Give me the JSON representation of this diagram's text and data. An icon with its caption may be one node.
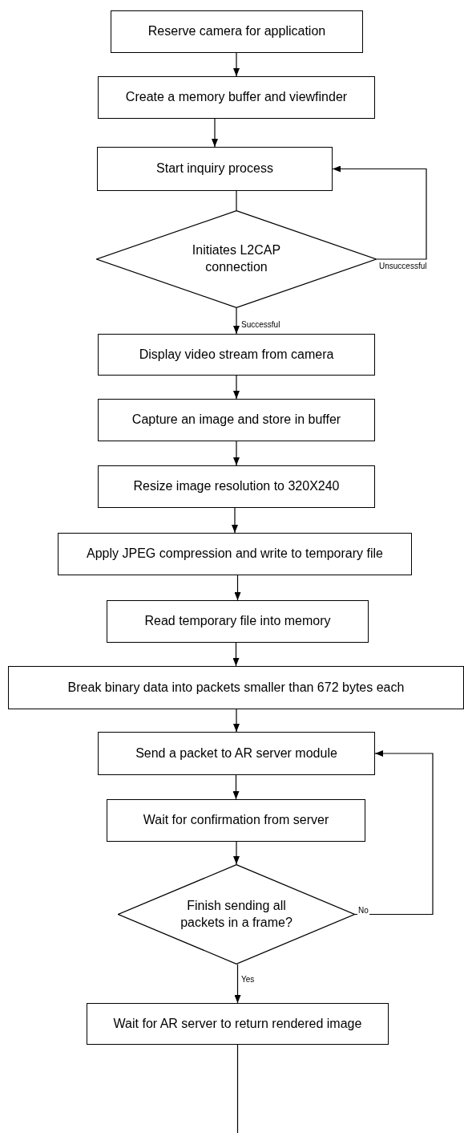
{
  "diagram": {
    "nodes": [
      {
        "text": [
          "Reserve camera for application"
        ]
      },
      {
        "text": [
          "Create a memory buffer and viewfinder"
        ]
      },
      {
        "text": [
          "Start inquiry process"
        ]
      },
      {
        "text": [
          "Initiates L2CAP connection"
        ]
      },
      {
        "text": [
          "Display video stream from camera"
        ]
      },
      {
        "text": [
          "Capture an image and store in buffer"
        ]
      },
      {
        "text": [
          "Resize image resolution to 320X240"
        ]
      },
      {
        "text": [
          "Apply JPEG compression and write to temporary file"
        ]
      },
      {
        "text": [
          "Read temporary file into memory"
        ]
      },
      {
        "text": [
          "Break binary data into packets smaller than 672 bytes each"
        ]
      },
      {
        "text": [
          "Send a packet to AR server module"
        ]
      },
      {
        "text": [
          "Wait for confirmation from server"
        ]
      },
      {
        "text": [
          "Finish sending all packets in a frame?"
        ]
      },
      {
        "text": [
          "Wait for AR server to return rendered image"
        ]
      }
    ],
    "edges": [
      {
        "from": 0,
        "to": 1,
        "arrow": "to"
      },
      {
        "from": 1,
        "to": 2,
        "arrow": "to"
      },
      {
        "from": 2,
        "to": 3,
        "arrow": "none"
      },
      {
        "from": 3,
        "to": 4,
        "arrow": "to",
        "label": "Successful"
      },
      {
        "from": 3,
        "to": 2,
        "arrow": "to",
        "label": "Unsuccessful"
      },
      {
        "from": 4,
        "to": 5,
        "arrow": "to"
      },
      {
        "from": 5,
        "to": 6,
        "arrow": "to"
      },
      {
        "from": 6,
        "to": 7,
        "arrow": "to"
      },
      {
        "from": 7,
        "to": 8,
        "arrow": "to"
      },
      {
        "from": 8,
        "to": 9,
        "arrow": "to"
      },
      {
        "from": 9,
        "to": 10,
        "arrow": "to"
      },
      {
        "from": 10,
        "to": 11,
        "arrow": "to"
      },
      {
        "from": 11,
        "to": 12,
        "arrow": "to"
      },
      {
        "from": 12,
        "to": 13,
        "arrow": "to",
        "label": "Yes"
      },
      {
        "from": 12,
        "to": 10,
        "arrow": "to",
        "label": "No"
      },
      {
        "from": 13,
        "to": null,
        "arrow": "none"
      }
    ]
  }
}
